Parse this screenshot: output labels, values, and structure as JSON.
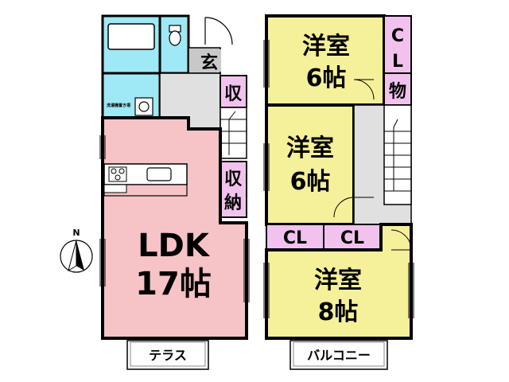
{
  "rooms": {
    "ldk": {
      "name": "LDK",
      "size": "17帖"
    },
    "bedroom_upper": {
      "name": "洋室",
      "size": "6帖"
    },
    "bedroom_middle": {
      "name": "洋室",
      "size": "6帖"
    },
    "bedroom_lower": {
      "name": "洋室",
      "size": "8帖"
    }
  },
  "labels": {
    "entrance": "玄",
    "storage_small": "収",
    "storage_top": "収",
    "storage_bottom": "納",
    "closet_c": "C",
    "closet_l": "L",
    "closet_mono": "物",
    "closet_left": "CL",
    "closet_right": "CL",
    "terrace": "テラス",
    "balcony": "バルコニー",
    "washer_space": "洗濯機置き場"
  },
  "compass": {
    "north": "N"
  },
  "colors": {
    "ldk": "#f6c3c6",
    "bedroom": "#f5f09a",
    "closet": "#f2c2ee",
    "wet_area": "#9fe8f5",
    "entrance": "#c8c8c8",
    "corridor": "#e0e0e0",
    "wall": "#000000"
  }
}
